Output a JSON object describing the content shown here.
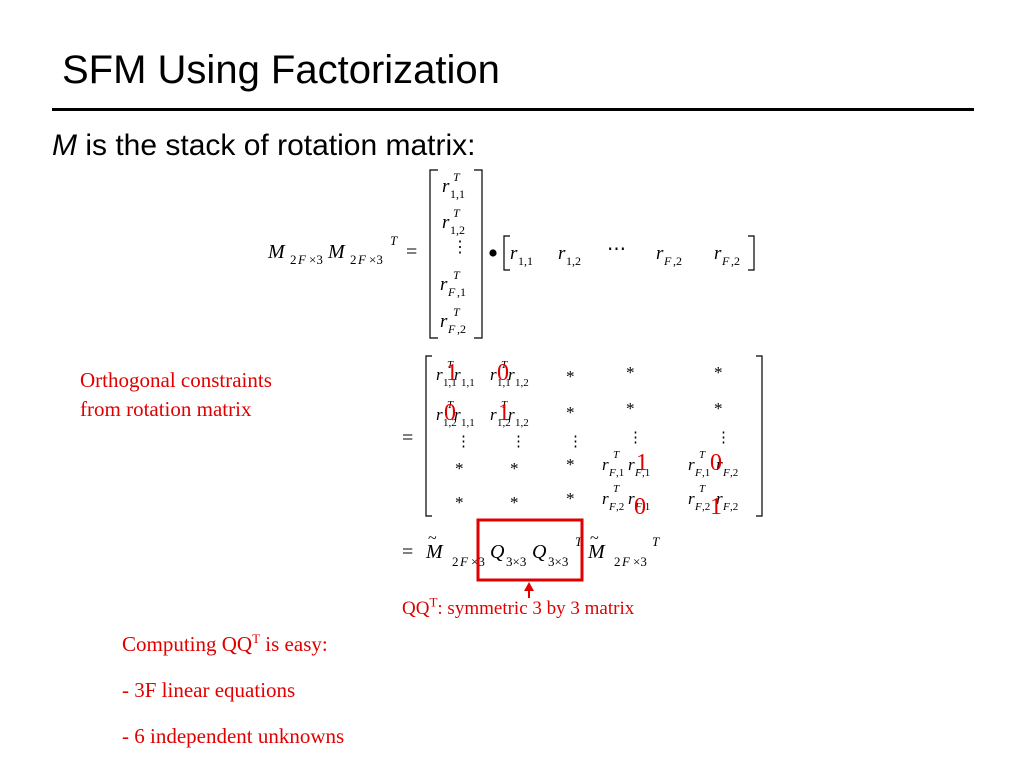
{
  "slide": {
    "title": "SFM Using Factorization",
    "subtitle_var": "M",
    "subtitle_rest": " is the stack of rotation matrix:"
  },
  "annotations": {
    "orthogonal_line1": "Orthogonal constraints",
    "orthogonal_line2": "from rotation matrix",
    "qq_prefix": "QQ",
    "qq_sup": "T",
    "qq_rest": ": symmetric 3 by 3 matrix",
    "computing_prefix": "Computing QQ",
    "computing_sup": "T",
    "computing_rest": " is easy:",
    "bullet1": "- 3F linear equations",
    "bullet2": "- 6 independent unknowns"
  },
  "overlay_values": [
    "1",
    "0",
    "0",
    "1",
    "1",
    "0",
    "0",
    "1"
  ],
  "colors": {
    "accent": "#e00000",
    "text": "#000000",
    "background": "#ffffff"
  }
}
